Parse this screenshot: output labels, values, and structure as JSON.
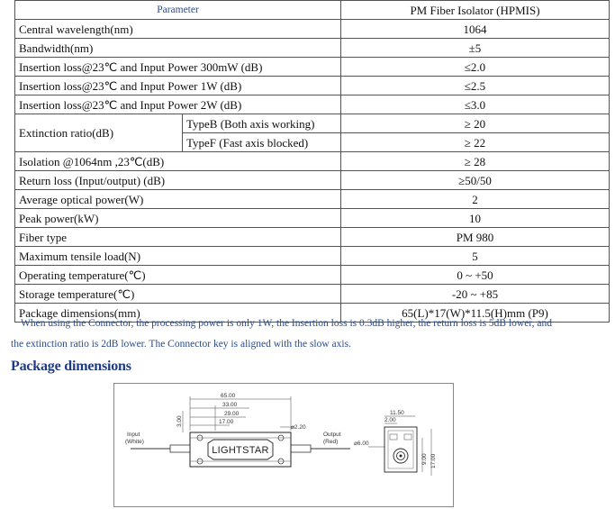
{
  "table": {
    "header": {
      "param": "Parameter",
      "value": "PM Fiber Isolator (HPMIS)"
    },
    "rows": [
      {
        "param": "Central wavelength(nm)",
        "value": "1064"
      },
      {
        "param": "Bandwidth(nm)",
        "value": "±5"
      },
      {
        "param": "Insertion loss@23℃ and Input Power 300mW (dB)",
        "value": "≤2.0"
      },
      {
        "param": "Insertion loss@23℃ and Input Power 1W (dB)",
        "value": "≤2.5"
      },
      {
        "param": "Insertion loss@23℃ and Input Power 2W (dB)",
        "value": "≤3.0"
      }
    ],
    "extinction": {
      "param": "Extinction ratio(dB)",
      "typeB": {
        "label": "TypeB (Both axis working)",
        "value": "≥ 20"
      },
      "typeF": {
        "label": "TypeF (Fast axis blocked)",
        "value": "≥ 22"
      }
    },
    "rows2": [
      {
        "param": "Isolation @1064nm ,23℃(dB)",
        "value": "≥ 28"
      },
      {
        "param": "Return loss (Input/output) (dB)",
        "value": "≥50/50"
      },
      {
        "param": "Average optical power(W)",
        "value": "2"
      },
      {
        "param": "Peak power(kW)",
        "value": "10"
      },
      {
        "param": "Fiber type",
        "value": "PM 980"
      },
      {
        "param": "Maximum tensile load(N)",
        "value": "5"
      },
      {
        "param": "Operating temperature(℃)",
        "value": "0 ~ +50"
      },
      {
        "param": "Storage temperature(℃)",
        "value": "-20 ~ +85"
      },
      {
        "param": "Package dimensions(mm)",
        "value": "65(L)*17(W)*11.5(H)mm (P9)"
      }
    ]
  },
  "note": {
    "line1": "When using the Connector, the processing power is only 1W, the Insertion loss is 0.3dB higher, the return loss is 5dB lower, and",
    "line2": "the extinction ratio is 2dB lower. The Connector key is aligned with the slow axis."
  },
  "package_title": "Package dimensions",
  "drawing": {
    "input_label": "Input",
    "input_color": "(White)",
    "output_label": "Output",
    "output_color": "(Red)",
    "brand": "LIGHTSTAR",
    "dim_65": "65.00",
    "dim_33": "33.00",
    "dim_29": "29.00",
    "dim_17": "17.00",
    "dim_3": "3.00",
    "dim_phi22": "⌀2.20",
    "dim_phi6": "⌀6.00",
    "dim_115": "11.50",
    "dim_2": "2.00",
    "dim_9": "9.00",
    "dim_17b": "17.00"
  }
}
